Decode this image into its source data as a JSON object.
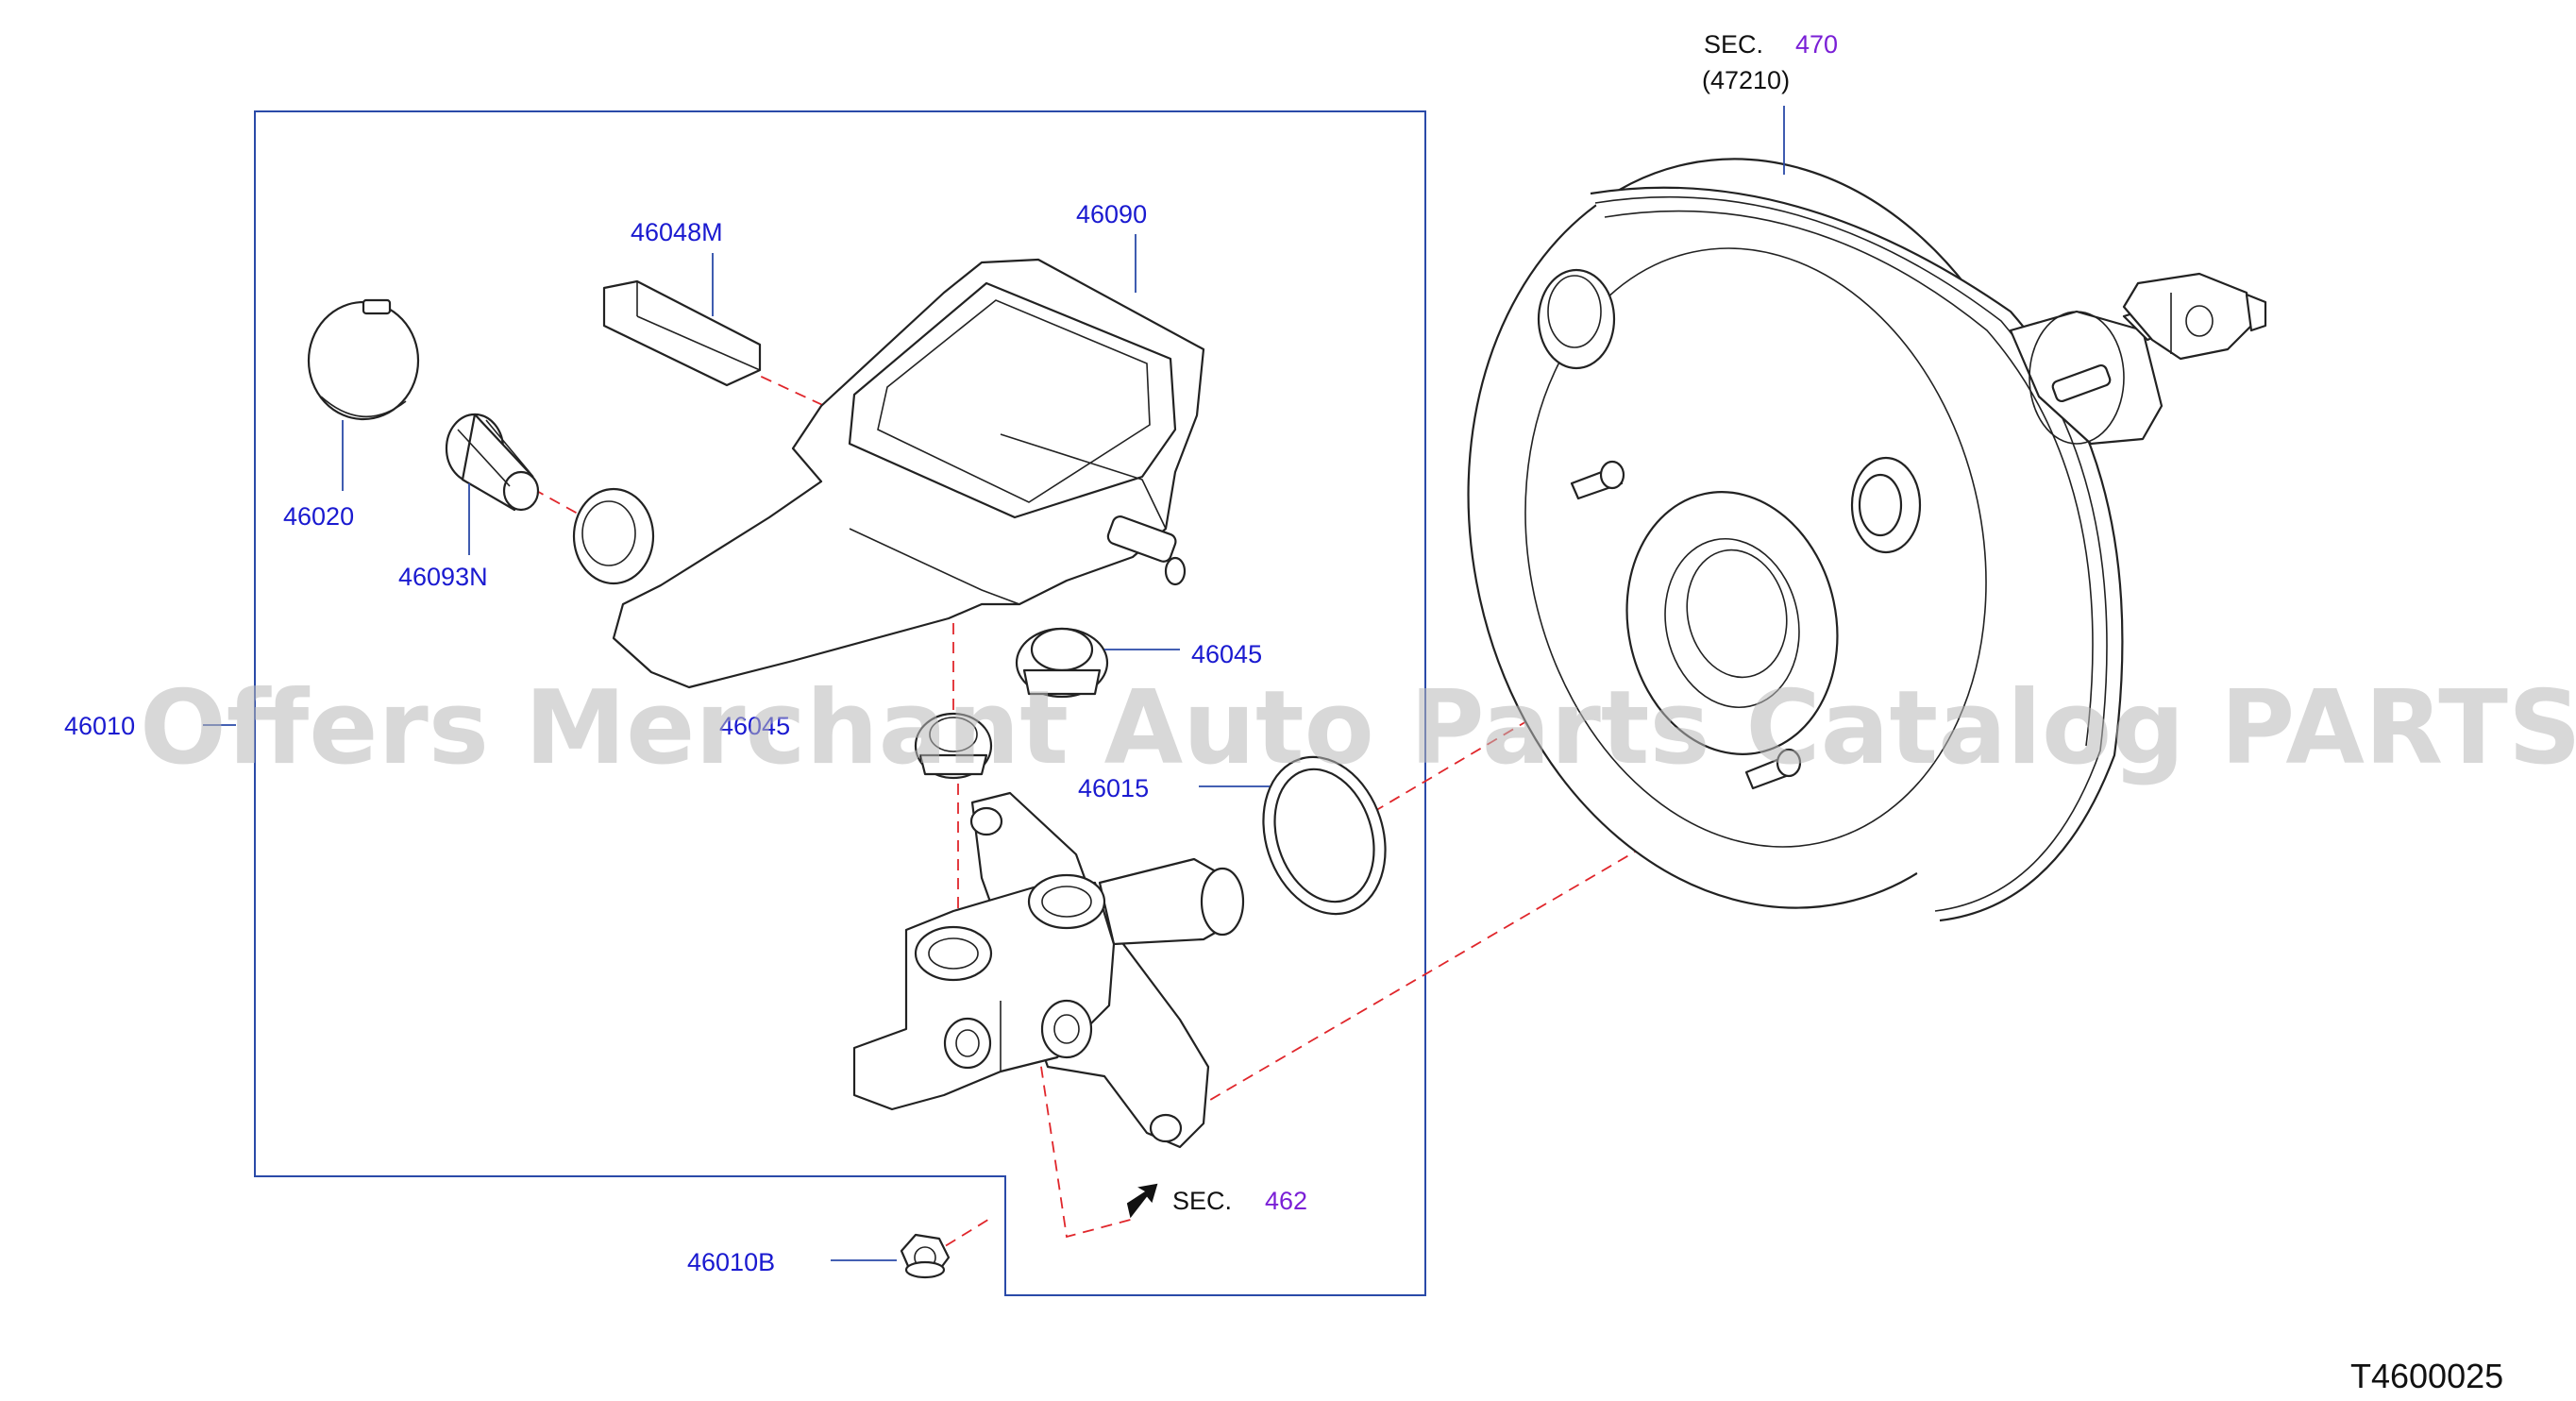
{
  "diagram": {
    "code": "T4600025",
    "watermark": "Offers Merchant Auto Parts Catalog PARTSTORE.SA",
    "colors": {
      "label": "#1a1ad0",
      "section_ref": "#7a1fd6",
      "frame": "#2a4aa8",
      "dashed_line": "#e0262b",
      "outline": "#222222"
    },
    "parts": [
      {
        "number": "46090"
      },
      {
        "number": "46048M"
      },
      {
        "number": "46020"
      },
      {
        "number": "46093N"
      },
      {
        "number": "46045"
      },
      {
        "number": "46010"
      },
      {
        "number": "46045"
      },
      {
        "number": "46015"
      },
      {
        "number": "46010B"
      }
    ],
    "section_refs": [
      {
        "prefix": "SEC.",
        "number": "470",
        "sub": "(47210)"
      },
      {
        "prefix": "SEC.",
        "number": "462"
      }
    ]
  }
}
